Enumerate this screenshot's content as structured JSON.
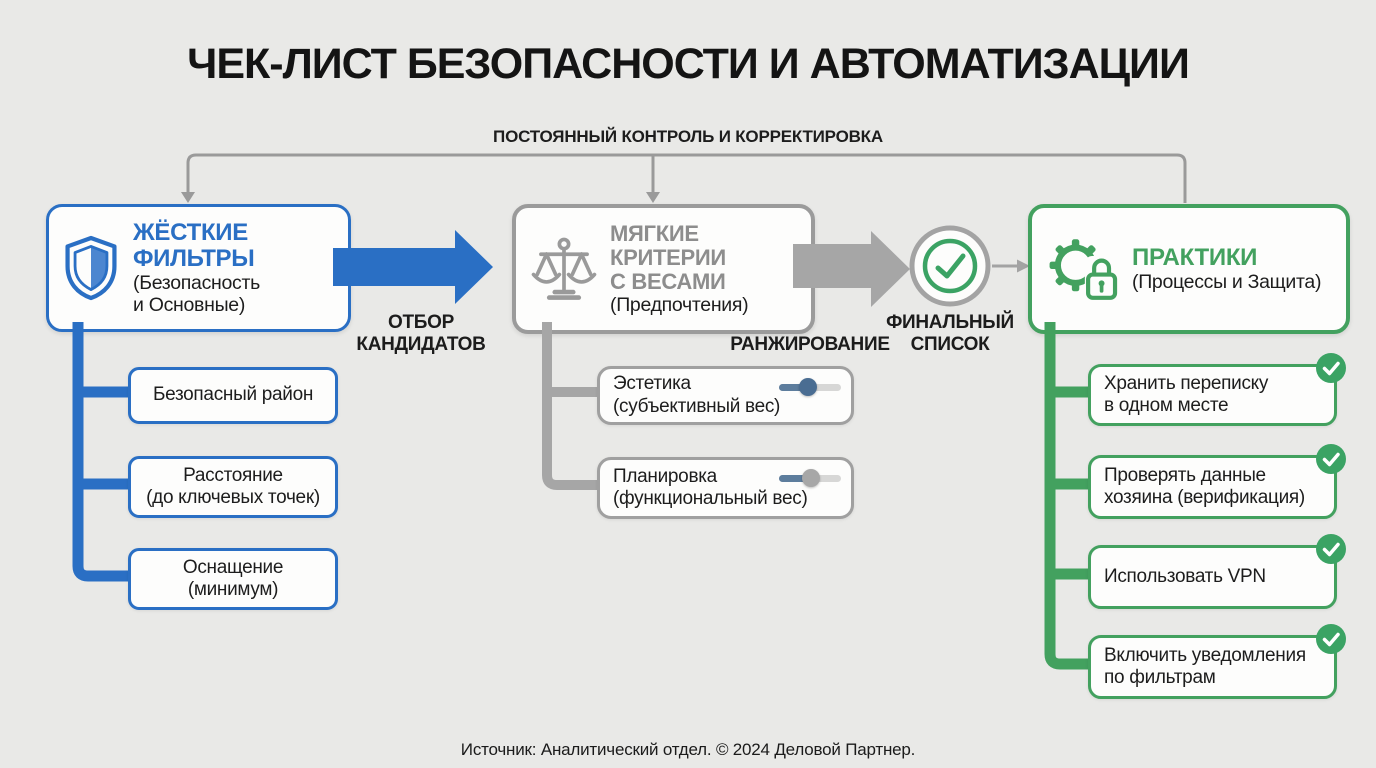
{
  "title": "ЧЕК-ЛИСТ БЕЗОПАСНОСТИ И АВТОМАТИЗАЦИИ",
  "feedback": {
    "label": "ПОСТОЯННЫЙ КОНТРОЛЬ И КОРРЕКТИРОВКА"
  },
  "colors": {
    "background": "#e9e9e7",
    "blue": "#2a6fc4",
    "blue_fill": "#4c86d0",
    "gray_border": "#9b9b9b",
    "gray_text": "#8d8d8d",
    "gray_arrow": "#a6a6a6",
    "green": "#43a15f",
    "badge_green": "#3ba364",
    "dark_text": "#1d1d1d"
  },
  "icons": {
    "stage1": "shield-icon",
    "stage2": "scales-icon",
    "stage3": "gear-lock-icon",
    "final": "check-circle-icon",
    "checklist": "check-badge-icon"
  },
  "stage1": {
    "title_line1": "ЖЁСТКИЕ",
    "title_line2": "ФИЛЬТРЫ",
    "subtitle_line1": "(Безопасность",
    "subtitle_line2": "и Основные)",
    "items": [
      {
        "line1": "Безопасный район",
        "line2": ""
      },
      {
        "line1": "Расстояние",
        "line2": "(до ключевых точек)"
      },
      {
        "line1": "Оснащение",
        "line2": "(минимум)"
      }
    ]
  },
  "selection_arrow": {
    "label_line1": "ОТБОР",
    "label_line2": "КАНДИДАТОВ"
  },
  "stage2": {
    "title_line1": "МЯГКИЕ",
    "title_line2": "КРИТЕРИИ",
    "title_line3": "С ВЕСАМИ",
    "subtitle": "(Предпочтения)",
    "items": [
      {
        "line1": "Эстетика",
        "line2": "(субъективный вес)",
        "slider_percent": 47,
        "knob_color": "#4a6d92",
        "fill_color": "#5d7d9d"
      },
      {
        "line1": "Планировка",
        "line2": "(функциональный вес)",
        "slider_percent": 52,
        "knob_color": "#a7a7a7",
        "fill_color": "#5d7d9d"
      }
    ]
  },
  "ranking_arrow": {
    "label": "РАНЖИРОВАНИЕ"
  },
  "final_node": {
    "label_line1": "ФИНАЛЬНЫЙ",
    "label_line2": "СПИСОК"
  },
  "stage3": {
    "title": "ПРАКТИКИ",
    "subtitle": "(Процессы и Защита)",
    "items": [
      {
        "line1": "Хранить переписку",
        "line2": "в одном месте"
      },
      {
        "line1": "Проверять данные",
        "line2": "хозяина (верификация)"
      },
      {
        "line1": "Использовать VPN",
        "line2": ""
      },
      {
        "line1": "Включить уведомления",
        "line2": "по фильтрам"
      }
    ]
  },
  "footer": "Источник: Аналитический отдел. © 2024 Деловой Партнер."
}
